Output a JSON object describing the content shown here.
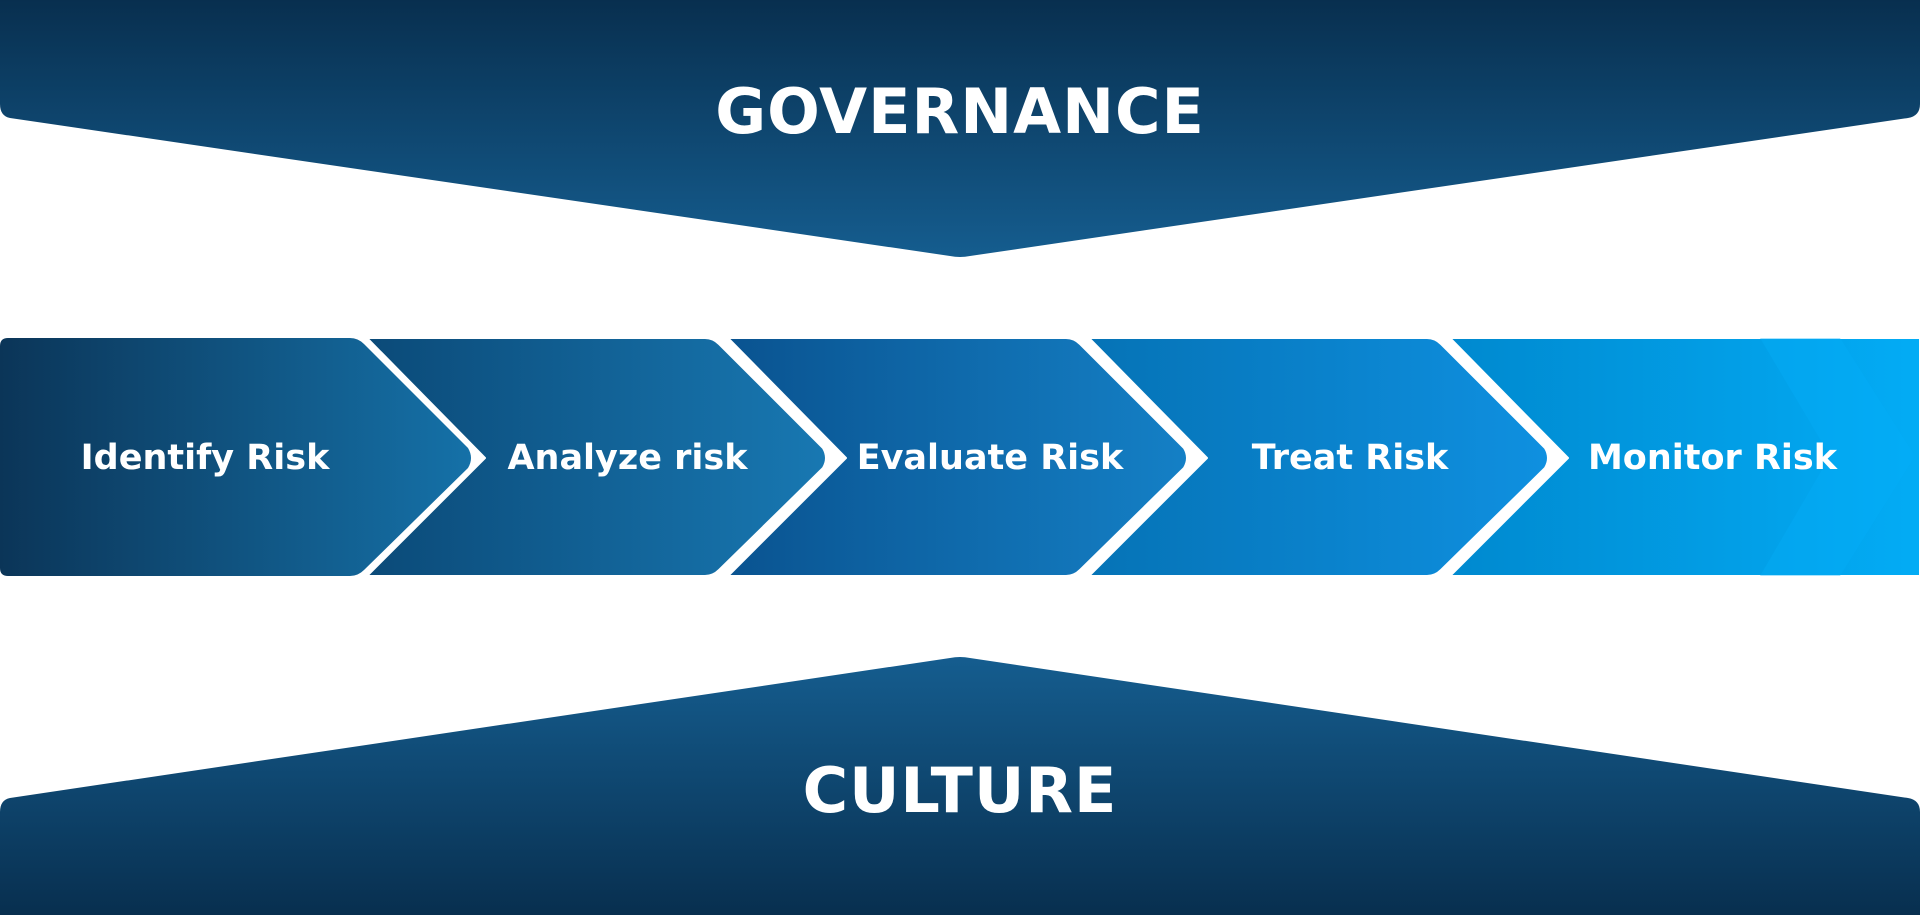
{
  "governance": {
    "label": "GOVERNANCE"
  },
  "culture": {
    "label": "CULTURE"
  },
  "process_steps": [
    {
      "label": "Identify Risk"
    },
    {
      "label": "Analyze risk"
    },
    {
      "label": "Evaluate Risk"
    },
    {
      "label": "Treat Risk"
    },
    {
      "label": "Monitor Risk"
    }
  ],
  "colors": {
    "banner_dark": "#082f4f",
    "banner_light": "#145a8a",
    "step1_start": "#0b3558",
    "step1_end": "#1571a8",
    "step2_start": "#0b4a78",
    "step2_end": "#1878b2",
    "step3_start": "#0a5390",
    "step3_end": "#1480c6",
    "step4_start": "#0573b6",
    "step4_end": "#0f90e0",
    "step5_start": "#0089cf",
    "step5_end": "#03acf5",
    "text": "#ffffff"
  }
}
